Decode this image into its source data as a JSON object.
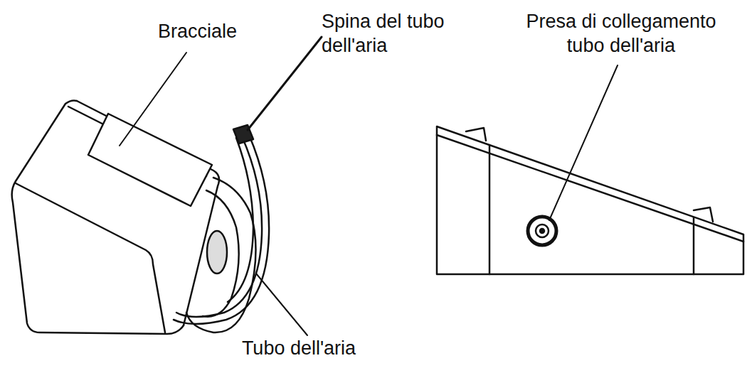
{
  "diagram": {
    "labels": [
      "Bracciale",
      "Spina del tubo dell'aria",
      "Presa di collegamento tubo dell'aria",
      "Tubo dell'aria"
    ]
  }
}
